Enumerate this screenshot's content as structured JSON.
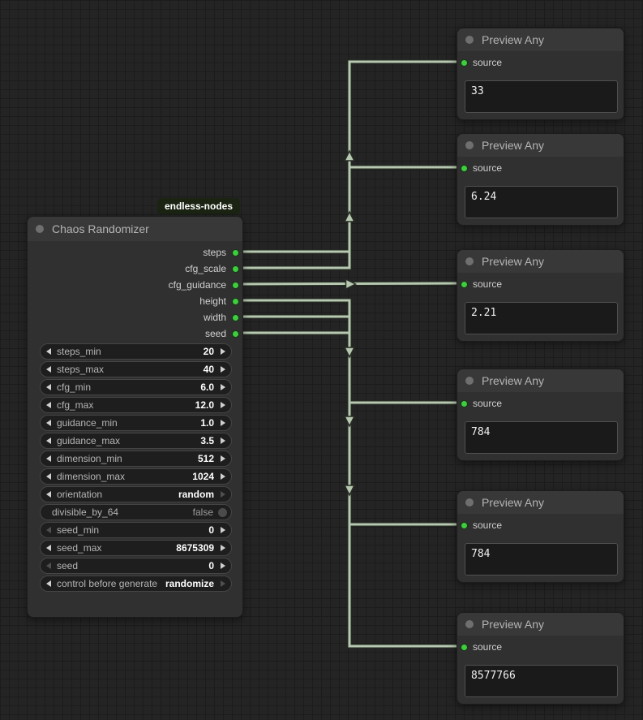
{
  "badge": {
    "label": "endless-nodes"
  },
  "chaos_node": {
    "title": "Chaos Randomizer",
    "outputs": [
      "steps",
      "cfg_scale",
      "cfg_guidance",
      "height",
      "width",
      "seed"
    ],
    "widgets": [
      {
        "label": "steps_min",
        "value": "20",
        "type": "stepper",
        "left": "on",
        "right": "on"
      },
      {
        "label": "steps_max",
        "value": "40",
        "type": "stepper",
        "left": "on",
        "right": "on"
      },
      {
        "label": "cfg_min",
        "value": "6.0",
        "type": "stepper",
        "left": "on",
        "right": "on"
      },
      {
        "label": "cfg_max",
        "value": "12.0",
        "type": "stepper",
        "left": "on",
        "right": "on"
      },
      {
        "label": "guidance_min",
        "value": "1.0",
        "type": "stepper",
        "left": "on",
        "right": "on"
      },
      {
        "label": "guidance_max",
        "value": "3.5",
        "type": "stepper",
        "left": "on",
        "right": "on"
      },
      {
        "label": "dimension_min",
        "value": "512",
        "type": "stepper",
        "left": "on",
        "right": "on"
      },
      {
        "label": "dimension_max",
        "value": "1024",
        "type": "stepper",
        "left": "on",
        "right": "on"
      },
      {
        "label": "orientation",
        "value": "random",
        "type": "stepper",
        "left": "on",
        "right": "dim"
      },
      {
        "label": "divisible_by_64",
        "value": "false",
        "type": "toggle"
      },
      {
        "label": "seed_min",
        "value": "0",
        "type": "stepper",
        "left": "dim",
        "right": "on"
      },
      {
        "label": "seed_max",
        "value": "8675309",
        "type": "stepper",
        "left": "on",
        "right": "on"
      },
      {
        "label": "seed",
        "value": "0",
        "type": "stepper",
        "left": "dim",
        "right": "on"
      },
      {
        "label": "control before generate",
        "value": "randomize",
        "type": "stepper",
        "left": "on",
        "right": "dim"
      }
    ]
  },
  "preview_nodes": [
    {
      "title": "Preview Any",
      "input": "source",
      "value": "33"
    },
    {
      "title": "Preview Any",
      "input": "source",
      "value": "6.24"
    },
    {
      "title": "Preview Any",
      "input": "source",
      "value": "2.21"
    },
    {
      "title": "Preview Any",
      "input": "source",
      "value": "784"
    },
    {
      "title": "Preview Any",
      "input": "source",
      "value": "784"
    },
    {
      "title": "Preview Any",
      "input": "source",
      "value": "8577766"
    }
  ],
  "links": [
    {
      "from_output": "steps",
      "to_preview": 0
    },
    {
      "from_output": "cfg_scale",
      "to_preview": 1
    },
    {
      "from_output": "cfg_guidance",
      "to_preview": 2
    },
    {
      "from_output": "height",
      "to_preview": 3
    },
    {
      "from_output": "width",
      "to_preview": 4
    },
    {
      "from_output": "seed",
      "to_preview": 5
    }
  ],
  "colors": {
    "wire": "#b6c9b0",
    "wire_outline": "#272b24",
    "slot_green": "#3fcc3f",
    "title_dot": "#6f6f6f"
  }
}
